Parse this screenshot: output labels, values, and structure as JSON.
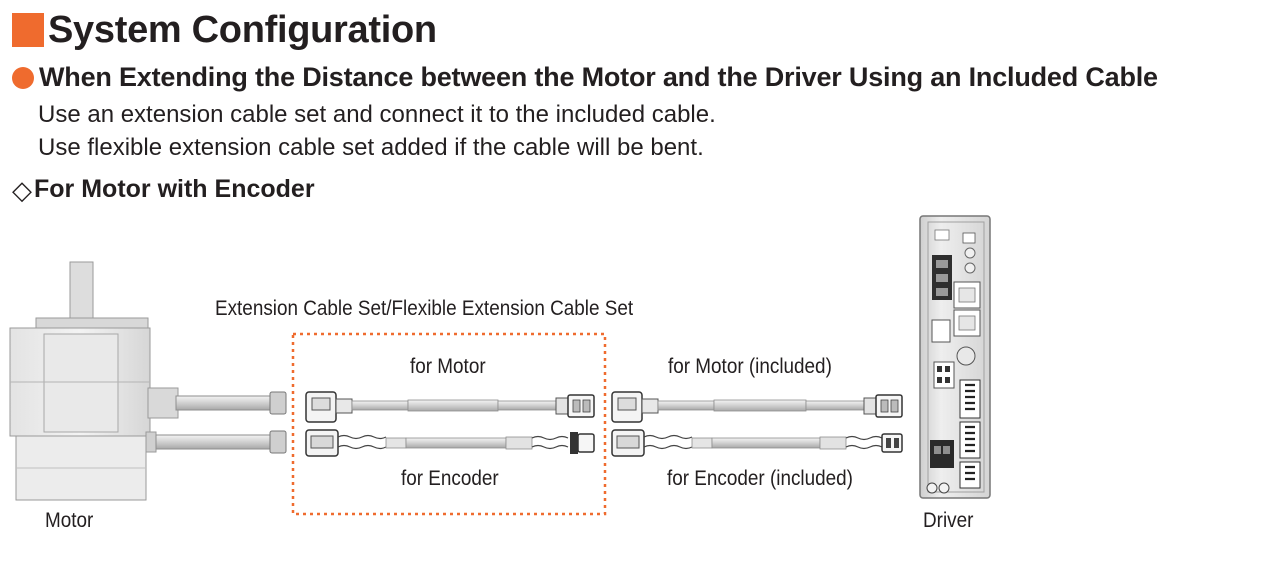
{
  "header": {
    "title": "System Configuration",
    "accent_color": "#ef6b2e"
  },
  "section": {
    "title": "When Extending the Distance between the Motor and the Driver Using an Included Cable",
    "lines": [
      "Use an extension cable set and connect it to the included cable.",
      "Use flexible extension cable set added if the cable will be bent."
    ]
  },
  "subsection": {
    "icon": "diamond-outline-icon",
    "title": "For Motor with Encoder"
  },
  "diagram": {
    "extension_set_label": "Extension Cable Set/Flexible Extension Cable Set",
    "ext_motor_label": "for Motor",
    "ext_encoder_label": "for Encoder",
    "inc_motor_label": "for Motor (included)",
    "inc_encoder_label": "for Encoder (included)",
    "motor_label": "Motor",
    "driver_label": "Driver",
    "box_border_color": "#ef6b2e"
  }
}
